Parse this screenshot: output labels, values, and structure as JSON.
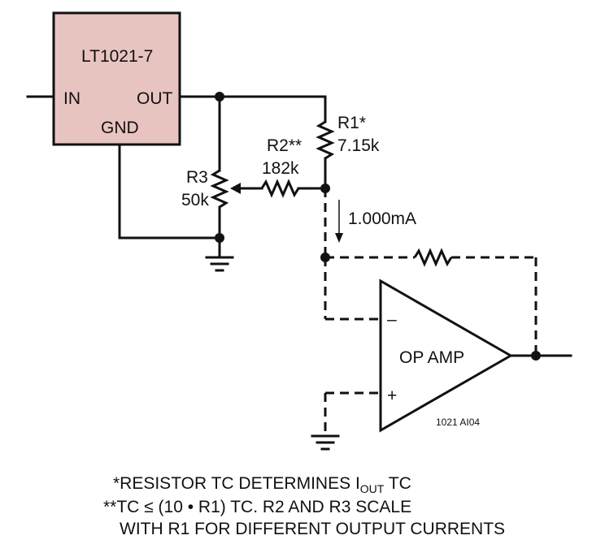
{
  "ic": {
    "name": "LT1021-7",
    "pin_in": "IN",
    "pin_out": "OUT",
    "pin_gnd": "GND",
    "fill_color": "#e8c4c0"
  },
  "r1": {
    "name": "R1*",
    "value": "7.15k"
  },
  "r2": {
    "name": "R2**",
    "value": "182k"
  },
  "r3": {
    "name": "R3",
    "value": "50k"
  },
  "current": "1.000mA",
  "opamp": {
    "label": "OP AMP",
    "minus": "–",
    "plus": "+"
  },
  "figure_id": "1021 AI04",
  "notes": {
    "line1_pre": "*RESISTOR TC DETERMINES I",
    "line1_sub": "OUT",
    "line1_post": " TC",
    "line2": "**TC ≤ (10 • R1) TC. R2 AND R3 SCALE",
    "line3": "WITH R1 FOR DIFFERENT OUTPUT CURRENTS"
  }
}
